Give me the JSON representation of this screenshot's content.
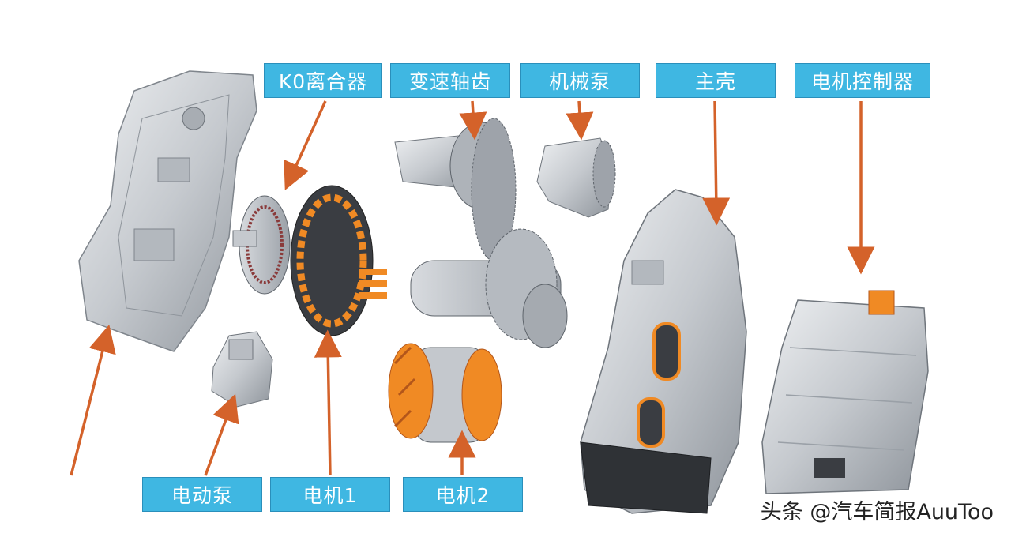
{
  "labels": {
    "k0_clutch": "K0离合器",
    "gear_shaft": "变速轴齿",
    "mech_pump": "机械泵",
    "main_housing": "主壳",
    "motor_controller": "电机控制器",
    "electric_pump": "电动泵",
    "motor1": "电机1",
    "motor2": "电机2"
  },
  "watermark": "头条 @汽车简报AuuToo",
  "colors": {
    "label_bg": "#3fb7e2",
    "arrow": "#d4622a",
    "highlight_orange": "#f08a24",
    "metal": "#c9ccd1"
  }
}
